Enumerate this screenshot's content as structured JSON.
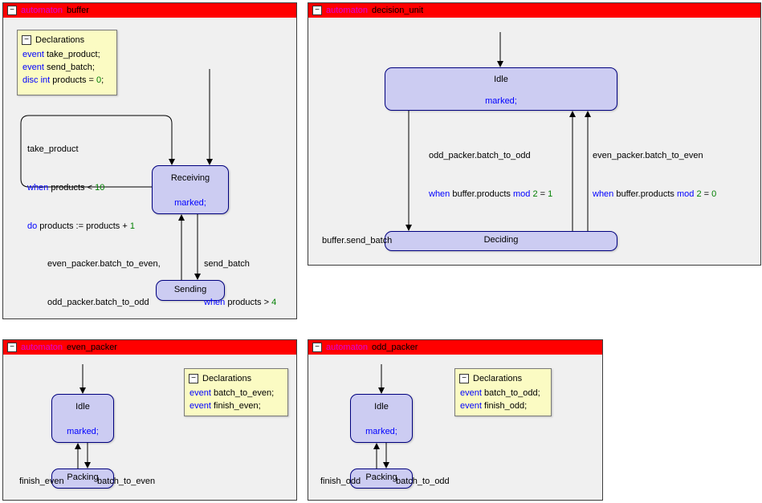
{
  "ui": {
    "collapse_glyph": "−"
  },
  "colors": {
    "titlebar_red": "#ff0000",
    "automaton_magenta": "#dd00dd",
    "keyword_blue": "#0000ff",
    "number_green": "#007f00",
    "marked_blue": "#0000ff",
    "state_fill": "#ccccf2",
    "state_border": "#00007f",
    "panel_bg": "#f0f0f0",
    "panel_border": "#3c3c3c",
    "decl_bg": "#fbfbc3"
  },
  "panels": {
    "buffer": {
      "title": {
        "keyword": "automaton",
        "name": "buffer"
      },
      "declarations": {
        "title": "Declarations",
        "lines": [
          [
            [
              "event",
              "kw"
            ],
            [
              " take_product;",
              "p"
            ]
          ],
          [
            [
              "event",
              "kw"
            ],
            [
              " send_batch;",
              "p"
            ]
          ],
          [
            [
              "disc int",
              "kw"
            ],
            [
              " products = ",
              "p"
            ],
            [
              "0",
              "num"
            ],
            [
              ";",
              "p"
            ]
          ]
        ]
      },
      "states": {
        "receiving": {
          "name": "Receiving",
          "marked": "marked;"
        },
        "sending": {
          "name": "Sending"
        }
      },
      "labels": {
        "self_loop": [
          [
            [
              "take_product",
              "p"
            ]
          ],
          [
            [
              "when",
              "kw"
            ],
            [
              " products < ",
              "p"
            ],
            [
              "10",
              "num"
            ]
          ],
          [
            [
              "do",
              "kw"
            ],
            [
              " products := products + ",
              "p"
            ],
            [
              "1",
              "num"
            ]
          ]
        ],
        "to_sending": [
          [
            [
              "send_batch",
              "p"
            ]
          ],
          [
            [
              "when",
              "kw"
            ],
            [
              " products > ",
              "p"
            ],
            [
              "4",
              "num"
            ]
          ]
        ],
        "to_receiving": [
          [
            [
              "even_packer.batch_to_even,",
              "p"
            ]
          ],
          [
            [
              "odd_packer.batch_to_odd",
              "p"
            ]
          ]
        ]
      }
    },
    "decision_unit": {
      "title": {
        "keyword": "automaton",
        "name": "decision_unit"
      },
      "states": {
        "idle": {
          "name": "Idle",
          "marked": "marked;"
        },
        "deciding": {
          "name": "Deciding"
        }
      },
      "labels": {
        "odd": [
          [
            [
              "odd_packer.batch_to_odd",
              "p"
            ]
          ],
          [
            [
              "when",
              "kw"
            ],
            [
              " buffer.products ",
              "p"
            ],
            [
              "mod",
              "kw"
            ],
            [
              " ",
              "p"
            ],
            [
              "2",
              "num"
            ],
            [
              " = ",
              "p"
            ],
            [
              "1",
              "num"
            ]
          ]
        ],
        "even": [
          [
            [
              "even_packer.batch_to_even",
              "p"
            ]
          ],
          [
            [
              "when",
              "kw"
            ],
            [
              " buffer.products ",
              "p"
            ],
            [
              "mod",
              "kw"
            ],
            [
              " ",
              "p"
            ],
            [
              "2",
              "num"
            ],
            [
              " = ",
              "p"
            ],
            [
              "0",
              "num"
            ]
          ]
        ],
        "send": [
          [
            [
              "buffer.send_batch",
              "p"
            ]
          ]
        ]
      }
    },
    "even_packer": {
      "title": {
        "keyword": "automaton",
        "name": "even_packer"
      },
      "declarations": {
        "title": "Declarations",
        "lines": [
          [
            [
              "event",
              "kw"
            ],
            [
              " batch_to_even;",
              "p"
            ]
          ],
          [
            [
              "event",
              "kw"
            ],
            [
              " finish_even;",
              "p"
            ]
          ]
        ]
      },
      "states": {
        "idle": {
          "name": "Idle",
          "marked": "marked;"
        },
        "packing": {
          "name": "Packing"
        }
      },
      "labels": {
        "finish": [
          [
            [
              "finish_even",
              "p"
            ]
          ]
        ],
        "batch": [
          [
            [
              "batch_to_even",
              "p"
            ]
          ]
        ]
      }
    },
    "odd_packer": {
      "title": {
        "keyword": "automaton",
        "name": "odd_packer"
      },
      "declarations": {
        "title": "Declarations",
        "lines": [
          [
            [
              "event",
              "kw"
            ],
            [
              " batch_to_odd;",
              "p"
            ]
          ],
          [
            [
              "event",
              "kw"
            ],
            [
              " finish_odd;",
              "p"
            ]
          ]
        ]
      },
      "states": {
        "idle": {
          "name": "Idle",
          "marked": "marked;"
        },
        "packing": {
          "name": "Packing"
        }
      },
      "labels": {
        "finish": [
          [
            [
              "finish_odd",
              "p"
            ]
          ]
        ],
        "batch": [
          [
            [
              "batch_to_odd",
              "p"
            ]
          ]
        ]
      }
    }
  }
}
